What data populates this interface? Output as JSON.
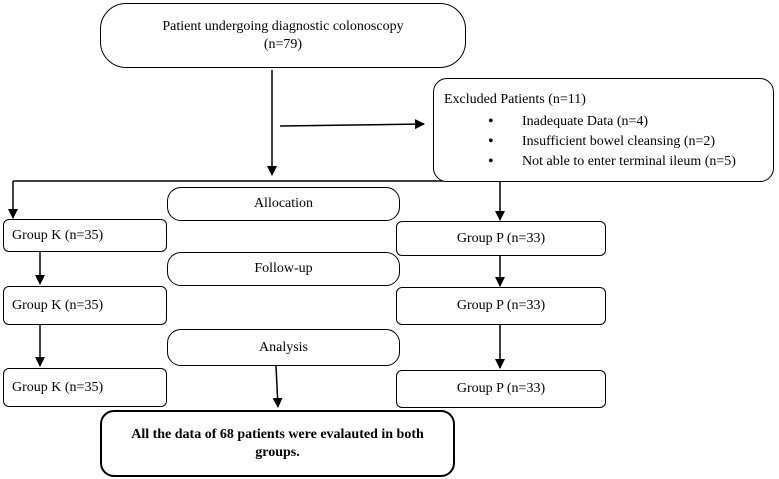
{
  "start": {
    "line1": "Patient undergoing diagnostic colonoscopy",
    "line2": "(n=79)"
  },
  "excluded": {
    "title": "Excluded Patients (n=11)",
    "items": [
      "Inadequate Data (n=4)",
      "Insufficient bowel cleansing (n=2)",
      "Not able to enter terminal ileum (n=5)"
    ]
  },
  "stages": {
    "allocation": "Allocation",
    "followup": "Follow-up",
    "analysis": "Analysis"
  },
  "groups": {
    "k": [
      "Group K (n=35)",
      "Group K (n=35)",
      "Group K (n=35)"
    ],
    "p": [
      "Group P (n=33)",
      "Group P (n=33)",
      "Group P (n=33)"
    ]
  },
  "result": {
    "line1": "All the data of 68 patients were evalauted in both",
    "line2": "groups."
  }
}
